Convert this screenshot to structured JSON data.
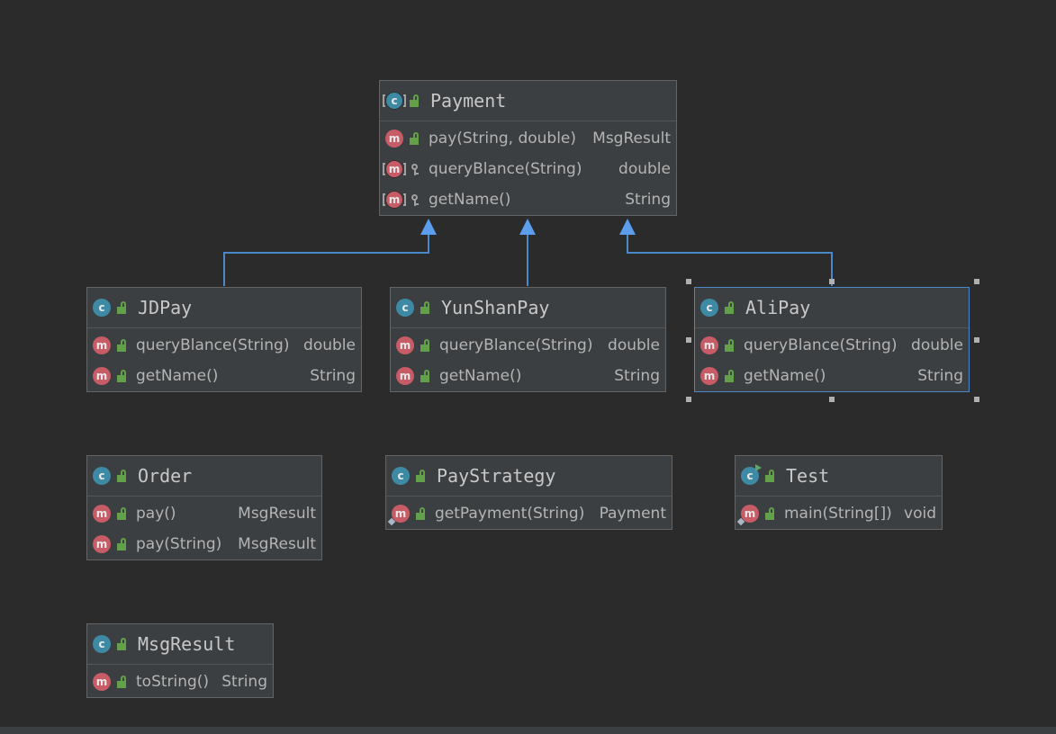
{
  "diagram": {
    "classes": [
      {
        "id": "payment",
        "name": "Payment",
        "kind": "abstract",
        "members": [
          {
            "sig": "pay(String, double)",
            "ret": "MsgResult",
            "visibility": "public",
            "mod": "none"
          },
          {
            "sig": "queryBlance(String)",
            "ret": "double",
            "visibility": "protected",
            "mod": "abstract"
          },
          {
            "sig": "getName()",
            "ret": "String",
            "visibility": "protected",
            "mod": "abstract"
          }
        ]
      },
      {
        "id": "jdpay",
        "name": "JDPay",
        "kind": "class",
        "members": [
          {
            "sig": "queryBlance(String)",
            "ret": "double",
            "visibility": "public",
            "mod": "none"
          },
          {
            "sig": "getName()",
            "ret": "String",
            "visibility": "public",
            "mod": "none"
          }
        ]
      },
      {
        "id": "yunshanpay",
        "name": "YunShanPay",
        "kind": "class",
        "members": [
          {
            "sig": "queryBlance(String)",
            "ret": "double",
            "visibility": "public",
            "mod": "none"
          },
          {
            "sig": "getName()",
            "ret": "String",
            "visibility": "public",
            "mod": "none"
          }
        ]
      },
      {
        "id": "alipay",
        "name": "AliPay",
        "kind": "class",
        "selected": true,
        "members": [
          {
            "sig": "queryBlance(String)",
            "ret": "double",
            "visibility": "public",
            "mod": "none"
          },
          {
            "sig": "getName()",
            "ret": "String",
            "visibility": "public",
            "mod": "none"
          }
        ]
      },
      {
        "id": "order",
        "name": "Order",
        "kind": "class",
        "members": [
          {
            "sig": "pay()",
            "ret": "MsgResult",
            "visibility": "public",
            "mod": "none"
          },
          {
            "sig": "pay(String)",
            "ret": "MsgResult",
            "visibility": "public",
            "mod": "none"
          }
        ]
      },
      {
        "id": "paystrategy",
        "name": "PayStrategy",
        "kind": "class",
        "members": [
          {
            "sig": "getPayment(String)",
            "ret": "Payment",
            "visibility": "public",
            "mod": "static"
          }
        ]
      },
      {
        "id": "test",
        "name": "Test",
        "kind": "main",
        "members": [
          {
            "sig": "main(String[])",
            "ret": "void",
            "visibility": "public",
            "mod": "static"
          }
        ]
      },
      {
        "id": "msgresult",
        "name": "MsgResult",
        "kind": "class",
        "members": [
          {
            "sig": "toString()",
            "ret": "String",
            "visibility": "public",
            "mod": "none"
          }
        ]
      }
    ],
    "edges": [
      {
        "from": "jdpay",
        "to": "payment",
        "type": "extends"
      },
      {
        "from": "yunshanpay",
        "to": "payment",
        "type": "extends"
      },
      {
        "from": "alipay",
        "to": "payment",
        "type": "extends"
      }
    ],
    "colors": {
      "background": "#2b2b2b",
      "node": "#3c3f41",
      "border": "#646464",
      "selection": "#4a88c7",
      "edge": "#4a88c7",
      "arrow": "#5c9ded",
      "class_icon": "#3e8aa5",
      "method_icon": "#c75b66",
      "public_lock": "#62a04a"
    }
  }
}
